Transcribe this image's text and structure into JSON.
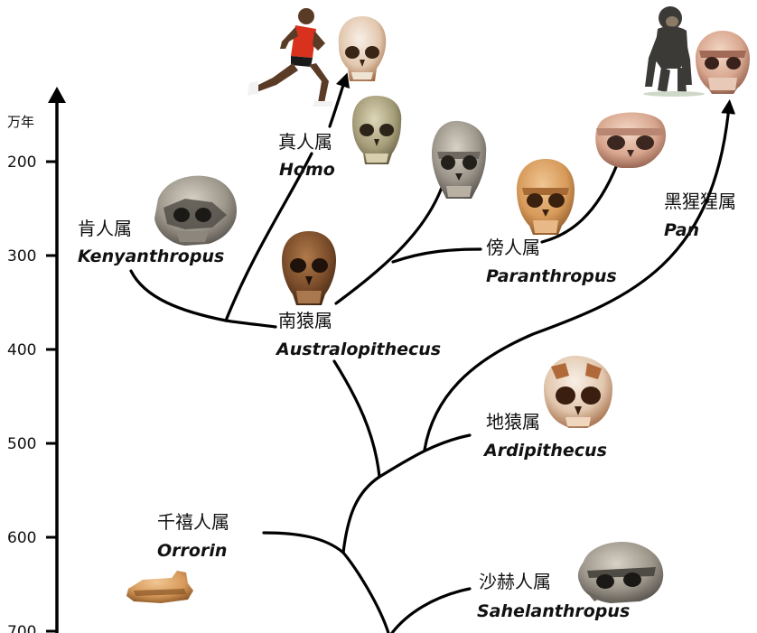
{
  "axis": {
    "unit": "万年",
    "ticks": [
      "200",
      "300",
      "400",
      "500",
      "600",
      "700"
    ]
  },
  "genera": {
    "homo": {
      "cn": "真人属",
      "latin": "Homo"
    },
    "kenyanthropus": {
      "cn": "肯人属",
      "latin": "Kenyanthropus"
    },
    "australopithecus": {
      "cn": "南猿属",
      "latin": "Australopithecus"
    },
    "paranthropus": {
      "cn": "傍人属",
      "latin": "Paranthropus"
    },
    "pan": {
      "cn": "黑猩猩属",
      "latin": "Pan"
    },
    "ardipithecus": {
      "cn": "地猿属",
      "latin": "Ardipithecus"
    },
    "orrorin": {
      "cn": "千禧人属",
      "latin": "Orrorin"
    },
    "sahelanthropus": {
      "cn": "沙赫人属",
      "latin": "Sahelanthropus"
    }
  },
  "icons": {
    "runner": "running-human-icon",
    "chimp": "chimpanzee-icon",
    "skull": "skull-icon",
    "fossil": "fossil-fragment-icon"
  },
  "colors": {
    "line": "#000000",
    "skull_tan": "#c9a27a",
    "skull_dark": "#6b4a2e",
    "skull_grey": "#8a8680",
    "runner_shirt": "#d8321e",
    "runner_skin": "#5a3b26",
    "chimp_fur": "#3c3a37"
  }
}
